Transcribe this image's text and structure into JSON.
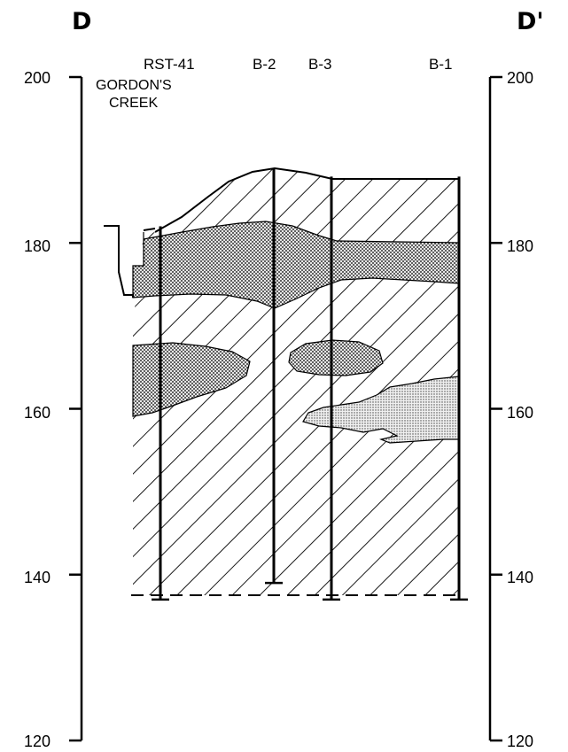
{
  "section": {
    "left_label": "D",
    "right_label": "D'"
  },
  "elevation_axis": {
    "ticks": [
      200,
      180,
      160,
      140,
      120
    ],
    "range": [
      120,
      200
    ]
  },
  "creek": {
    "line1": "GORDON'S",
    "line2": "CREEK"
  },
  "borings": [
    {
      "id": "rst41",
      "label": "RST-41",
      "top_elevation": 182,
      "bottom_elevation": 137
    },
    {
      "id": "b2",
      "label": "B-2",
      "top_elevation": 189,
      "bottom_elevation": 139
    },
    {
      "id": "b3",
      "label": "B-3",
      "top_elevation": 188,
      "bottom_elevation": 137
    },
    {
      "id": "b1",
      "label": "B-1",
      "top_elevation": 188,
      "bottom_elevation": 137
    }
  ],
  "colors": {
    "line": "#000000",
    "sand_fill": "#d9d9d9",
    "background": "#ffffff"
  }
}
